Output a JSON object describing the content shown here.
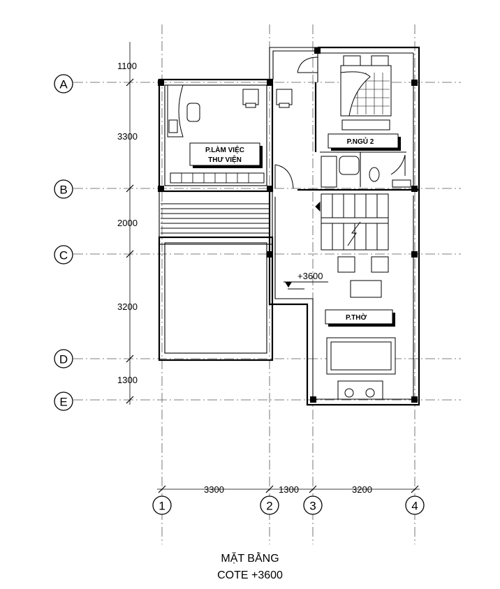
{
  "dimensions_vertical": [
    "1100",
    "3300",
    "2000",
    "3200",
    "1300"
  ],
  "dimensions_horizontal": [
    "3300",
    "1300",
    "3200"
  ],
  "axes_rows": [
    "A",
    "B",
    "C",
    "D",
    "E"
  ],
  "axes_columns": [
    "1",
    "2",
    "3",
    "4"
  ],
  "rooms": {
    "study_line1": "P.LÀM VIỆC",
    "study_line2": "THƯ VIỆN",
    "bedroom": "P.NGỦ 2",
    "worship": "P.THỜ"
  },
  "level_mark": "+3600",
  "title": {
    "line1": "MẶT BẰNG",
    "line2": "COTE +3600"
  }
}
